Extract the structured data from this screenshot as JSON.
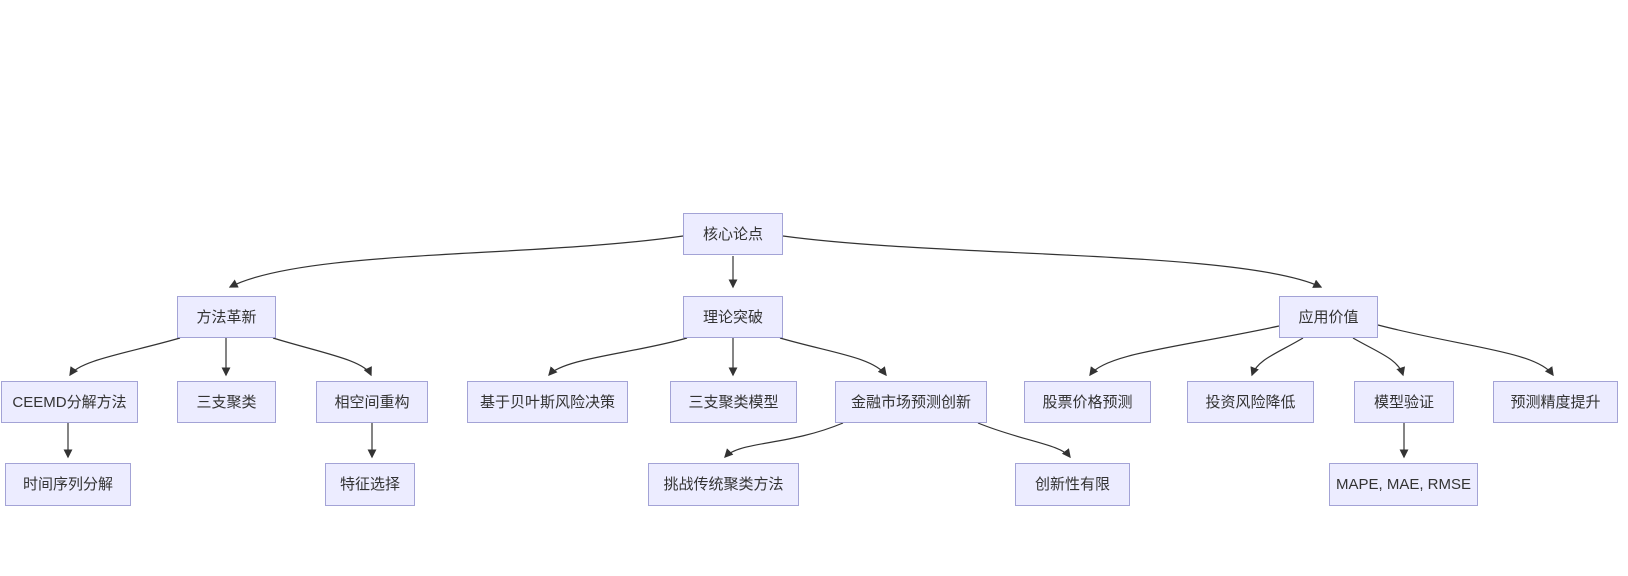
{
  "diagram": {
    "type": "flowchart",
    "direction": "top-down",
    "background_color": "#ffffff",
    "node_fill_color": "#ECECFF",
    "node_border_color": "#a3a3d6",
    "edge_color": "#333333",
    "text_color": "#333333"
  },
  "nodes": [
    {
      "id": "core",
      "label": "核心论点"
    },
    {
      "id": "method",
      "label": "方法革新"
    },
    {
      "id": "theory",
      "label": "理论突破"
    },
    {
      "id": "application",
      "label": "应用价值"
    },
    {
      "id": "ceemd",
      "label": "CEEMD分解方法"
    },
    {
      "id": "three_way",
      "label": "三支聚类"
    },
    {
      "id": "phase_space",
      "label": "相空间重构"
    },
    {
      "id": "bayes",
      "label": "基于贝叶斯风险决策"
    },
    {
      "id": "twc_model",
      "label": "三支聚类模型"
    },
    {
      "id": "finance",
      "label": "金融市场预测创新"
    },
    {
      "id": "stock",
      "label": "股票价格预测"
    },
    {
      "id": "risk",
      "label": "投资风险降低"
    },
    {
      "id": "validation",
      "label": "模型验证"
    },
    {
      "id": "accuracy",
      "label": "预测精度提升"
    },
    {
      "id": "time_series",
      "label": "时间序列分解"
    },
    {
      "id": "feature",
      "label": "特征选择"
    },
    {
      "id": "challenge",
      "label": "挑战传统聚类方法"
    },
    {
      "id": "limited",
      "label": "创新性有限"
    },
    {
      "id": "metrics",
      "label": "MAPE, MAE, RMSE"
    }
  ],
  "edges": [
    {
      "from": "core",
      "to": "method"
    },
    {
      "from": "core",
      "to": "theory"
    },
    {
      "from": "core",
      "to": "application"
    },
    {
      "from": "method",
      "to": "ceemd"
    },
    {
      "from": "method",
      "to": "three_way"
    },
    {
      "from": "method",
      "to": "phase_space"
    },
    {
      "from": "theory",
      "to": "bayes"
    },
    {
      "from": "theory",
      "to": "twc_model"
    },
    {
      "from": "theory",
      "to": "finance"
    },
    {
      "from": "application",
      "to": "stock"
    },
    {
      "from": "application",
      "to": "risk"
    },
    {
      "from": "application",
      "to": "validation"
    },
    {
      "from": "application",
      "to": "accuracy"
    },
    {
      "from": "ceemd",
      "to": "time_series"
    },
    {
      "from": "phase_space",
      "to": "feature"
    },
    {
      "from": "finance",
      "to": "challenge"
    },
    {
      "from": "finance",
      "to": "limited"
    },
    {
      "from": "validation",
      "to": "metrics"
    }
  ]
}
